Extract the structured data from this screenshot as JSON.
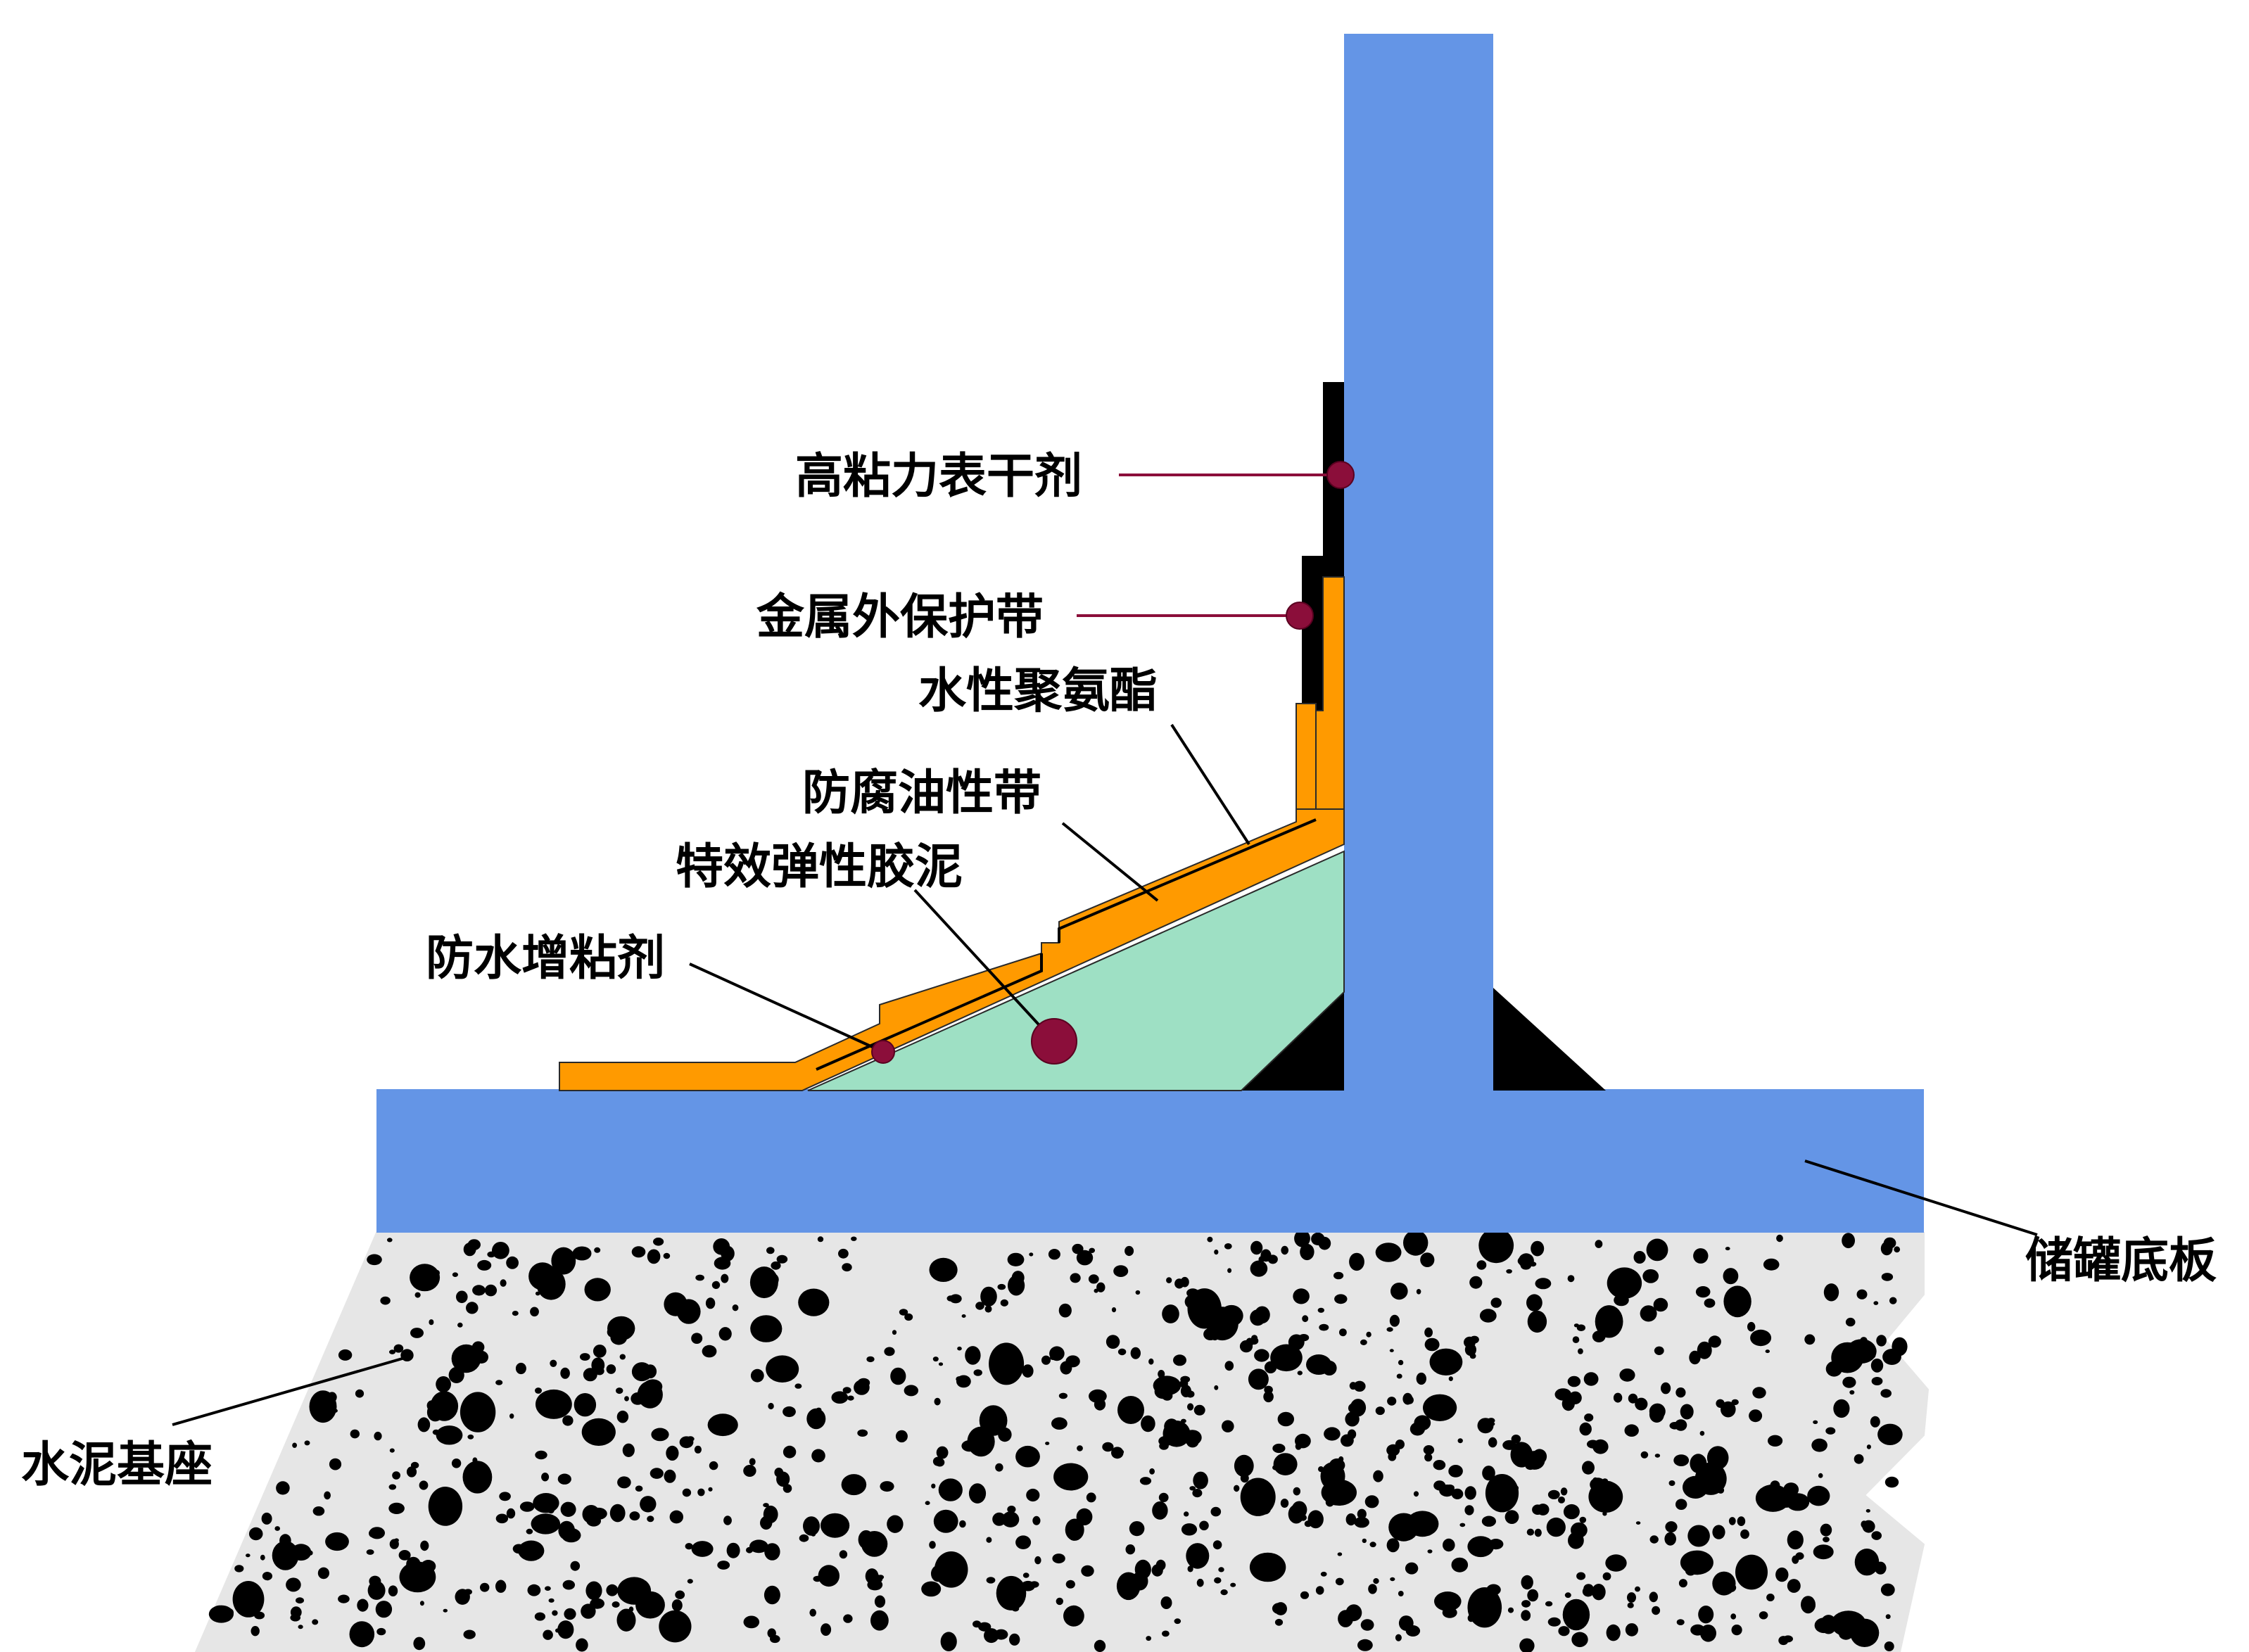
{
  "labels": {
    "surface_agent": "高粘力表干剂",
    "metal_band": "金属外保护带",
    "polyurethane": "水性聚氨酯",
    "anticorrosion_tape": "防腐油性带",
    "elastic_putty": "特效弹性胶泥",
    "waterproof_adhesive": "防水增粘剂",
    "tank_bottom": "储罐底板",
    "cement_base": "水泥基座"
  },
  "colors": {
    "steel": "#6495e6",
    "putty": "#9ee0c4",
    "tape": "#ff9a00",
    "sealant": "#000000",
    "marker": "#8b0e3a",
    "concrete": "#e6e6e6",
    "aggregate": "#000000"
  }
}
